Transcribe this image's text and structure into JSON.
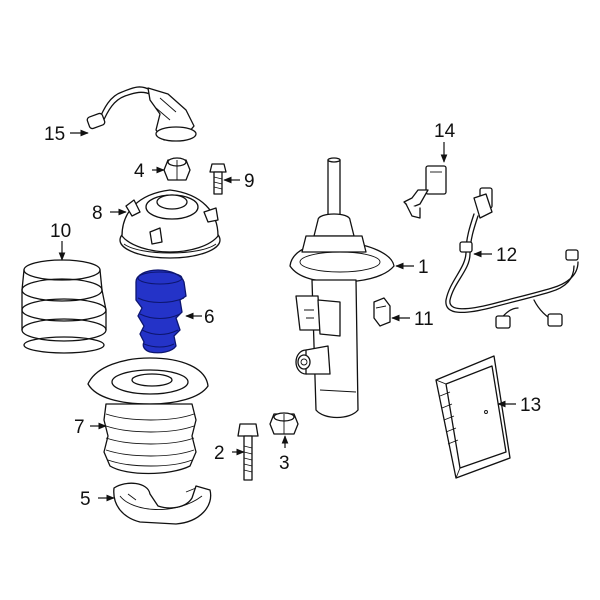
{
  "diagram": {
    "highlighted_part": "6",
    "highlight_color": "#2433c8",
    "callouts": [
      {
        "id": "c1",
        "label": "1"
      },
      {
        "id": "c2",
        "label": "2"
      },
      {
        "id": "c3",
        "label": "3"
      },
      {
        "id": "c4",
        "label": "4"
      },
      {
        "id": "c5",
        "label": "5"
      },
      {
        "id": "c6",
        "label": "6"
      },
      {
        "id": "c7",
        "label": "7"
      },
      {
        "id": "c8",
        "label": "8"
      },
      {
        "id": "c9",
        "label": "9"
      },
      {
        "id": "c10",
        "label": "10"
      },
      {
        "id": "c11",
        "label": "11"
      },
      {
        "id": "c12",
        "label": "12"
      },
      {
        "id": "c13",
        "label": "13"
      },
      {
        "id": "c14",
        "label": "14"
      },
      {
        "id": "c15",
        "label": "15"
      }
    ]
  }
}
